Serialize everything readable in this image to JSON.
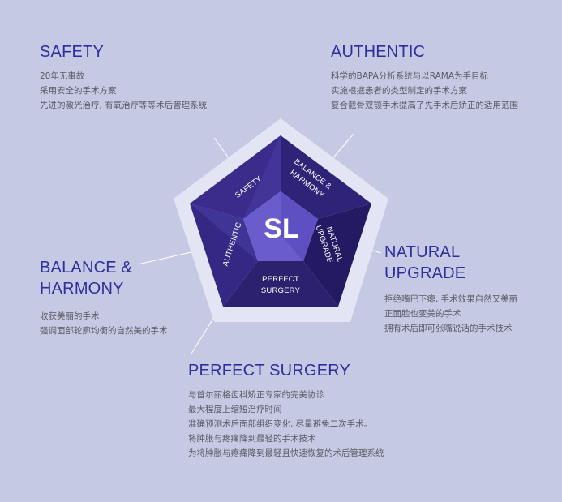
{
  "diagram": {
    "center": "SL",
    "segments": {
      "safety": "SAFETY",
      "balance_l1": "BALANCE &",
      "balance_l2": "HARMONY",
      "natural_l1": "NATURAL",
      "natural_l2": "UPGRADE",
      "surgery_l1": "PERFECT",
      "surgery_l2": "SURGERY",
      "authentic": "AUTHENTIC"
    },
    "colors": {
      "background": "#c6c9e3",
      "outer_pentagon": "#e3e5f4",
      "segment_dark": "#2a1f6b",
      "segment_mid": "#3b2c8c",
      "segment_light": "#5141ad",
      "center": "#6a5ccc",
      "title": "#2d2f9c"
    }
  },
  "sections": {
    "safety": {
      "title": "SAFETY",
      "lines": [
        "20年无事故",
        "采用安全的手术方案",
        "先进的激光治疗, 有氧治疗等等术后管理系统"
      ]
    },
    "authentic": {
      "title": "AUTHENTIC",
      "lines": [
        "科学的BAPA分析系统与以RAMA为手目标",
        "实施根据患者的类型制定的手术方案",
        "复合截骨双颚手术提高了先手术后矫正的适用范围"
      ]
    },
    "balance": {
      "title_l1": "BALANCE &",
      "title_l2": "HARMONY",
      "lines": [
        "收获美丽的手术",
        "强调面部轮廓均衡的自然美的手术"
      ]
    },
    "natural": {
      "title_l1": "NATURAL",
      "title_l2": "UPGRADE",
      "lines": [
        "拒绝嘴巴下瘪, 手术效果自然又美丽",
        "正面脸也变美的手术",
        "拥有术后即可张嘴说话的手术技术"
      ]
    },
    "surgery": {
      "title": "PERFECT SURGERY",
      "lines": [
        "与首尔丽格齿科矫正专家的完美协诊",
        "最大程度上缩短治疗时间",
        "准确预测术后面部组织变化, 尽量避免二次手术。",
        "将肿胀与疼痛降到最轻的手术技术",
        "为将肿胀与疼痛降到最轻且快速恢复的术后管理系统"
      ]
    }
  }
}
